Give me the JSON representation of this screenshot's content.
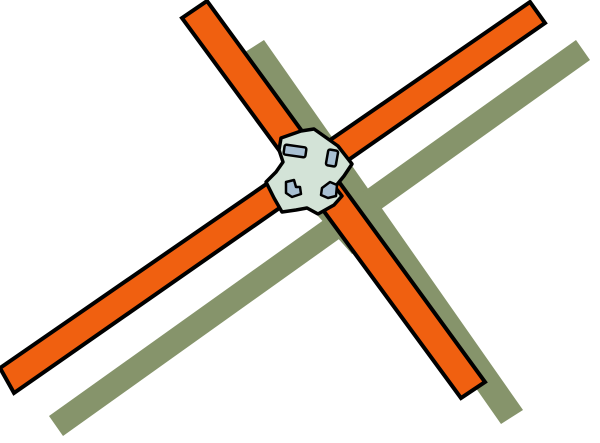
{
  "colors": {
    "background": "#ffffff",
    "shadow": "#86946B",
    "beam_fill": "#F06010",
    "outline": "#000000",
    "hub_fill": "#D3E3D7",
    "connector_fill": "#A8C0D2"
  },
  "shapes": {
    "shadow_bars": [
      "shadow-bar-diagonal-down",
      "shadow-bar-diagonal-up"
    ],
    "beams": [
      "beam-diagonal-down",
      "beam-diagonal-up"
    ],
    "hub": "cross-hub-plate",
    "connectors": [
      "connector-top-left",
      "connector-top-right",
      "connector-bottom-left",
      "connector-bottom-right"
    ]
  }
}
